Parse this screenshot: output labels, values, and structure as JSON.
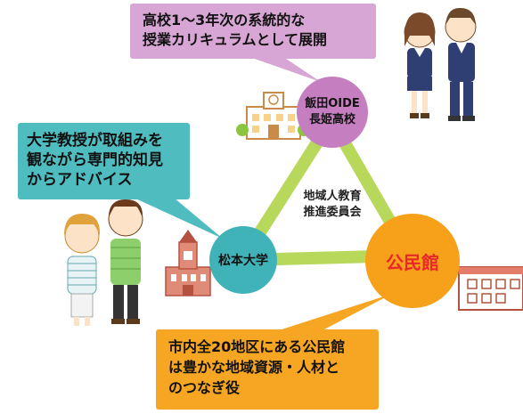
{
  "top_box": {
    "lines": [
      "高校1～3年次の系統的な",
      "授業カリキュラムとして展開"
    ],
    "color": "#d7a6d4"
  },
  "left_box": {
    "lines": [
      "大学教授が取組みを",
      "観ながら専門的知見",
      "からアドバイス"
    ],
    "color": "#4fbcc0"
  },
  "bottom_box": {
    "lines": [
      "市内全20地区にある公民館",
      "は豊かな地域資源・人材と",
      "のつなぎ役"
    ],
    "color": "#f6a623"
  },
  "center": {
    "lines": [
      "地域人教育",
      "推進委員会"
    ]
  },
  "nodes": {
    "school": {
      "lines": [
        "飯田OIDE",
        "長姫高校"
      ],
      "color": "#c57fc0"
    },
    "university": {
      "label": "松本大学",
      "color": "#3fb3b8"
    },
    "kominkan": {
      "label": "公民館",
      "color": "#f7a019",
      "text_color": "#e8272b"
    }
  },
  "triangle_color": "#b7d85a"
}
